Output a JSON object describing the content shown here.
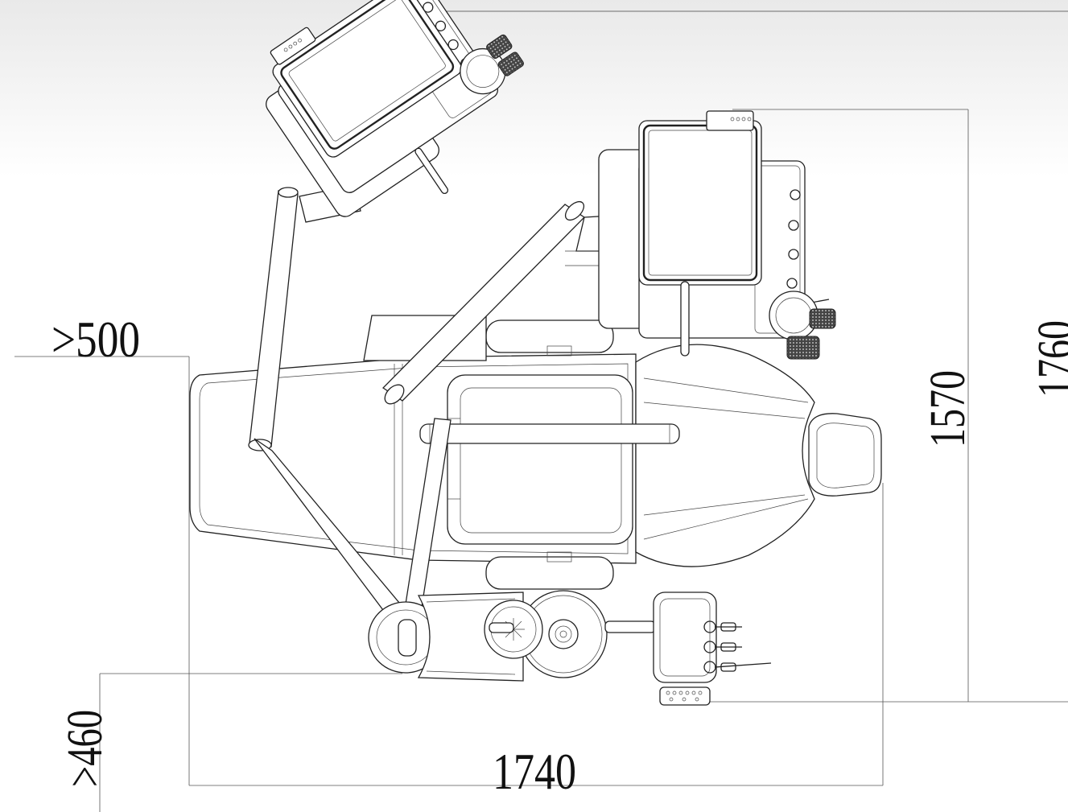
{
  "dimensions": {
    "min_left_clearance": ">500",
    "min_bottom_clearance": ">460",
    "chair_length": "1740",
    "unit_depth": "1570",
    "overall_depth": "1760"
  },
  "colors": {
    "line": "#222222",
    "dimension_line": "#555555",
    "background": "#ffffff"
  }
}
